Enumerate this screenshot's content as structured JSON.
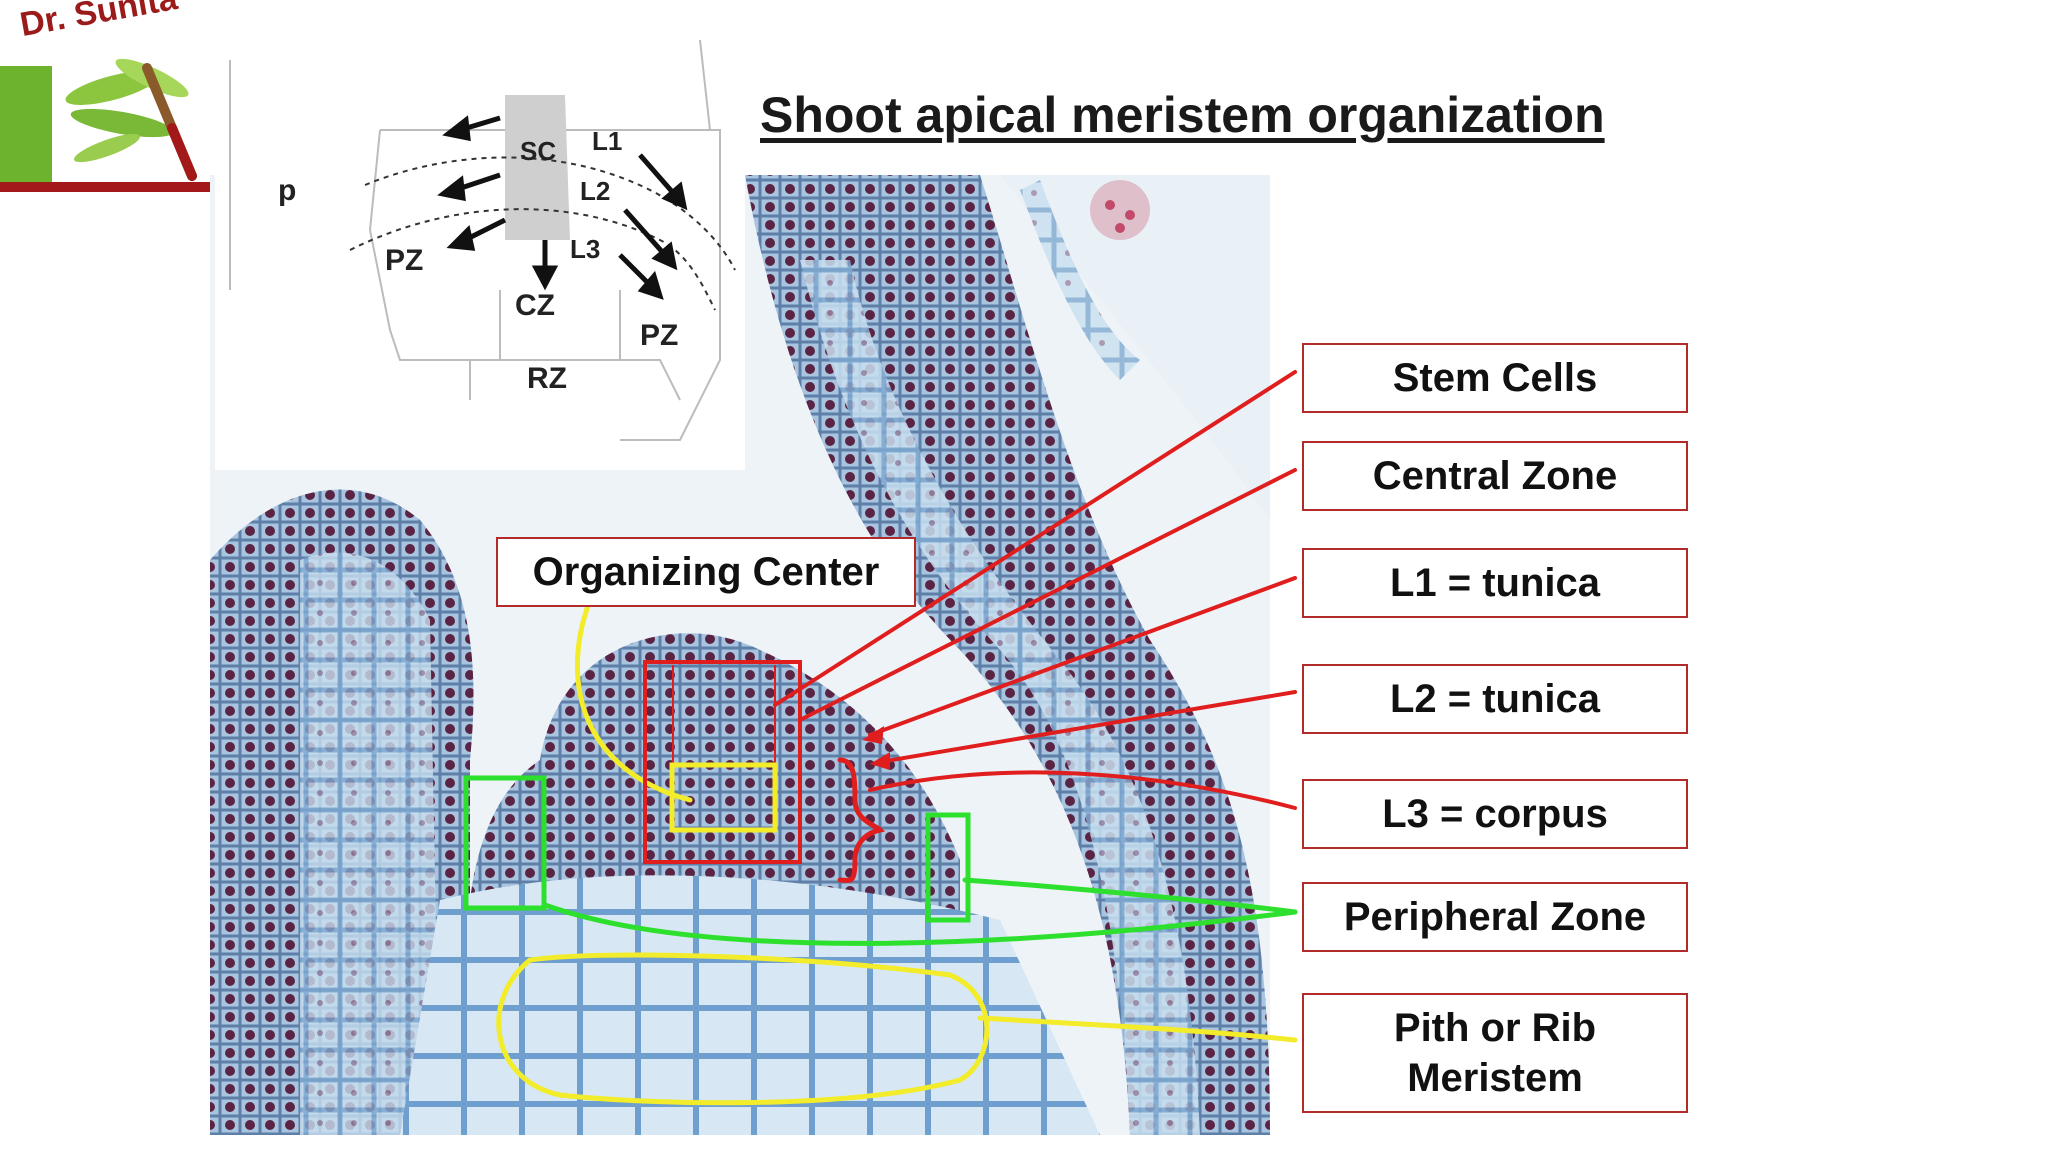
{
  "logo": {
    "text": "Dr. Sunita"
  },
  "title": "Shoot apical meristem organization",
  "inset": {
    "labels": {
      "p": "p",
      "sc": "SC",
      "l1": "L1",
      "l2": "L2",
      "l3": "L3",
      "pz_left": "PZ",
      "pz_right": "PZ",
      "cz": "CZ",
      "rz": "RZ"
    }
  },
  "callouts": {
    "organizing_center": "Organizing Center",
    "stem_cells": "Stem Cells",
    "central_zone": "Central Zone",
    "l1_tunica": "L1 = tunica",
    "l2_tunica": "L2 = tunica",
    "l3_corpus": "L3 = corpus",
    "peripheral_zone": "Peripheral Zone",
    "pith_line1": "Pith or Rib",
    "pith_line2": "Meristem"
  },
  "colors": {
    "red_annotation": "#e01e1e",
    "green_annotation": "#2ee02e",
    "yellow_annotation": "#f2ec2a",
    "tissue_blue": "#9fc3e0",
    "nuclei": "#6b2a4e",
    "logo_red": "#9b1b1b",
    "logo_green": "#6eb32e"
  }
}
